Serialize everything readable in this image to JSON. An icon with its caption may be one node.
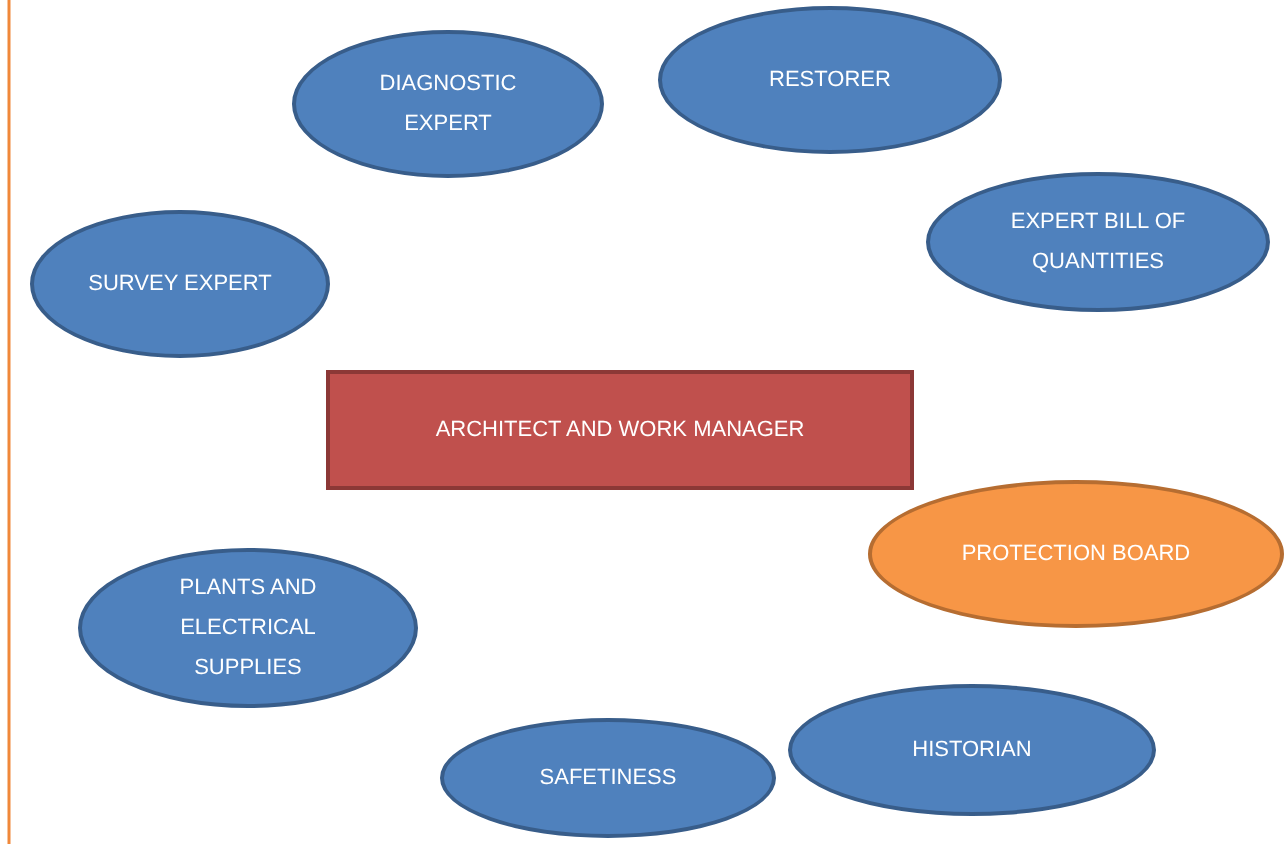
{
  "diagram": {
    "nodes": [
      {
        "text": [
          "DIAGNOSTIC EXPERT"
        ]
      },
      {
        "text": [
          "RESTORER"
        ]
      },
      {
        "text": [
          "EXPERT BILL OF QUANTITIES"
        ]
      },
      {
        "text": [
          "SURVEY EXPERT"
        ]
      },
      {
        "text": [
          "ARCHITECT AND WORK MANAGER"
        ]
      },
      {
        "text": [
          "PROTECTION BOARD"
        ]
      },
      {
        "text": [
          "PLANTS AND ELECTRICAL SUPPLIES"
        ]
      },
      {
        "text": [
          "HISTORIAN"
        ]
      },
      {
        "text": [
          "SAFETINESS"
        ]
      }
    ]
  }
}
